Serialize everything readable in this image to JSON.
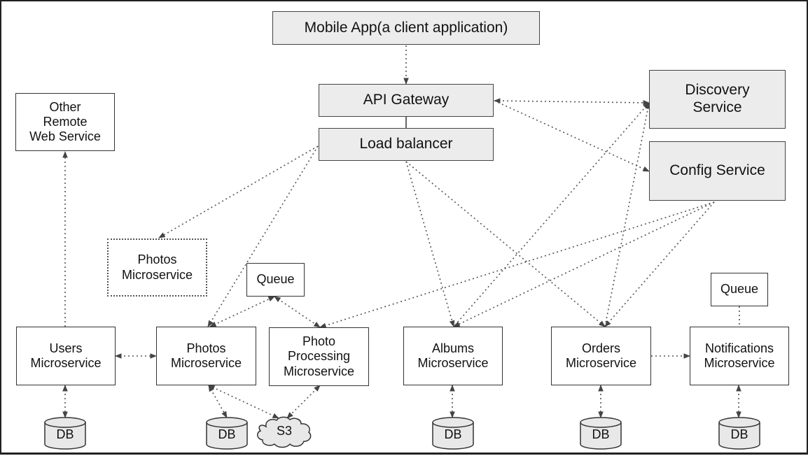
{
  "nodes": {
    "mobile_app": "Mobile App(a client application)",
    "api_gateway": "API Gateway",
    "load_balancer": "Load balancer",
    "discovery_service": "Discovery\nService",
    "config_service": "Config Service",
    "other_remote": "Other\nRemote\nWeb Service",
    "photos_ms_dotted": "Photos\nMicroservice",
    "queue_left": "Queue",
    "queue_right": "Queue",
    "users_ms": "Users\nMicroservice",
    "photos_ms": "Photos\nMicroservice",
    "photo_processing_ms": "Photo\nProcessing\nMicroservice",
    "albums_ms": "Albums\nMicroservice",
    "orders_ms": "Orders\nMicroservice",
    "notifications_ms": "Notifications\nMicroservice"
  },
  "stores": {
    "db_users": "DB",
    "db_photos": "DB",
    "s3": "S3",
    "db_albums": "DB",
    "db_orders": "DB",
    "db_notifications": "DB"
  },
  "colors": {
    "gray_fill": "#ececec",
    "border": "#333333",
    "edge": "#555555"
  }
}
